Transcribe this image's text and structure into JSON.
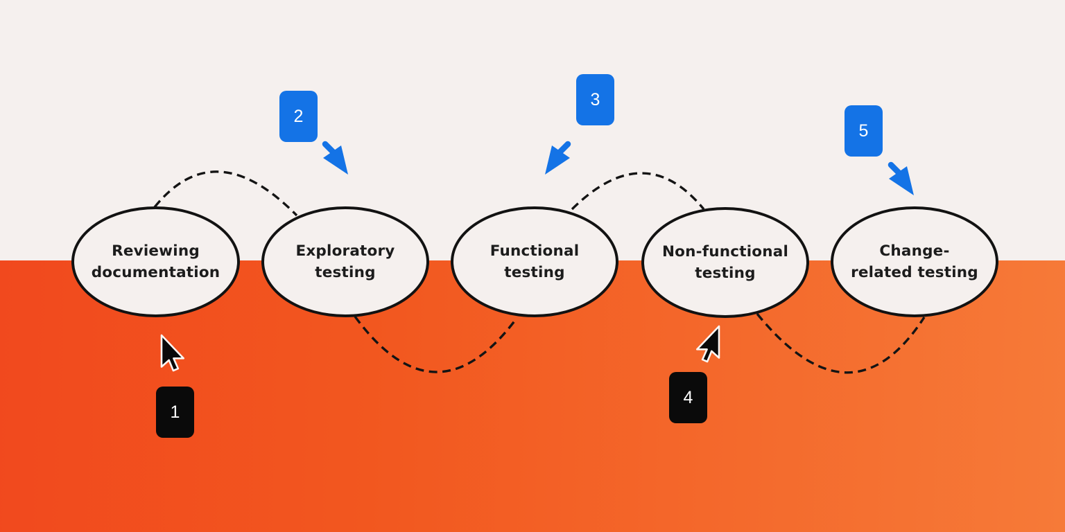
{
  "diagram": {
    "kind": "process-flow",
    "colors": {
      "background_top": "#F5F0EE",
      "background_bottom_start": "#F1491E",
      "background_bottom_end": "#F67A38",
      "ellipse_fill": "#F5F0EE",
      "stroke_black": "#141414",
      "badge_blue": "#1473E6",
      "badge_black": "#0A0A0A",
      "badge_text": "#FFFFFF",
      "label_text": "#1C1C1C",
      "cursor_outline": "#FBF6F3"
    },
    "steps": [
      {
        "number": "1",
        "badge_style": "black",
        "pointer_icon": "black-cursor-icon",
        "label_lines": [
          "Reviewing",
          "documentation"
        ]
      },
      {
        "number": "2",
        "badge_style": "blue",
        "pointer_icon": "blue-arrow-icon",
        "label_lines": [
          "Exploratory",
          "testing"
        ]
      },
      {
        "number": "3",
        "badge_style": "blue",
        "pointer_icon": "blue-arrow-icon",
        "label_lines": [
          "Functional",
          "testing"
        ]
      },
      {
        "number": "4",
        "badge_style": "black",
        "pointer_icon": "black-cursor-icon",
        "label_lines": [
          "Non-functional",
          "testing"
        ]
      },
      {
        "number": "5",
        "badge_style": "blue",
        "pointer_icon": "blue-arrow-icon",
        "label_lines": [
          "Change-",
          "related testing"
        ]
      }
    ]
  }
}
